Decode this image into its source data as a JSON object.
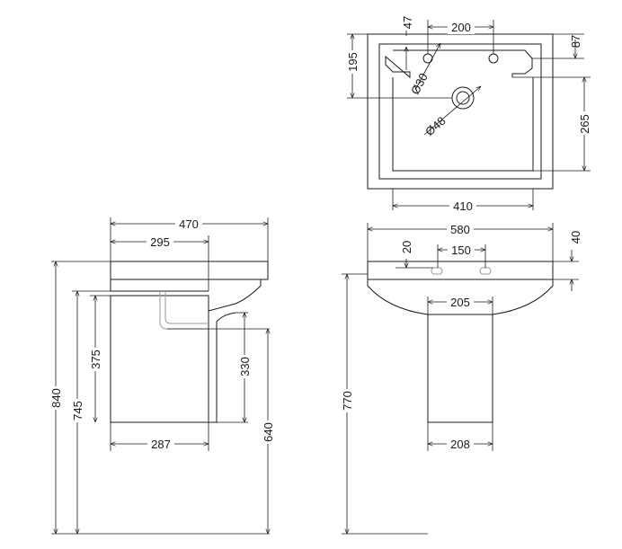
{
  "top_view": {
    "dim_47": "47",
    "dim_200": "200",
    "dim_87": "87",
    "dim_195": "195",
    "dim_30": "Ø30",
    "dim_48": "Ø48",
    "dim_265": "265",
    "dim_410": "410"
  },
  "side_view": {
    "dim_470": "470",
    "dim_295": "295",
    "dim_840": "840",
    "dim_745": "745",
    "dim_375": "375",
    "dim_330": "330",
    "dim_640": "640",
    "dim_287": "287"
  },
  "front_view": {
    "dim_580": "580",
    "dim_20": "20",
    "dim_150": "150",
    "dim_40": "40",
    "dim_205": "205",
    "dim_770": "770",
    "dim_208": "208"
  }
}
